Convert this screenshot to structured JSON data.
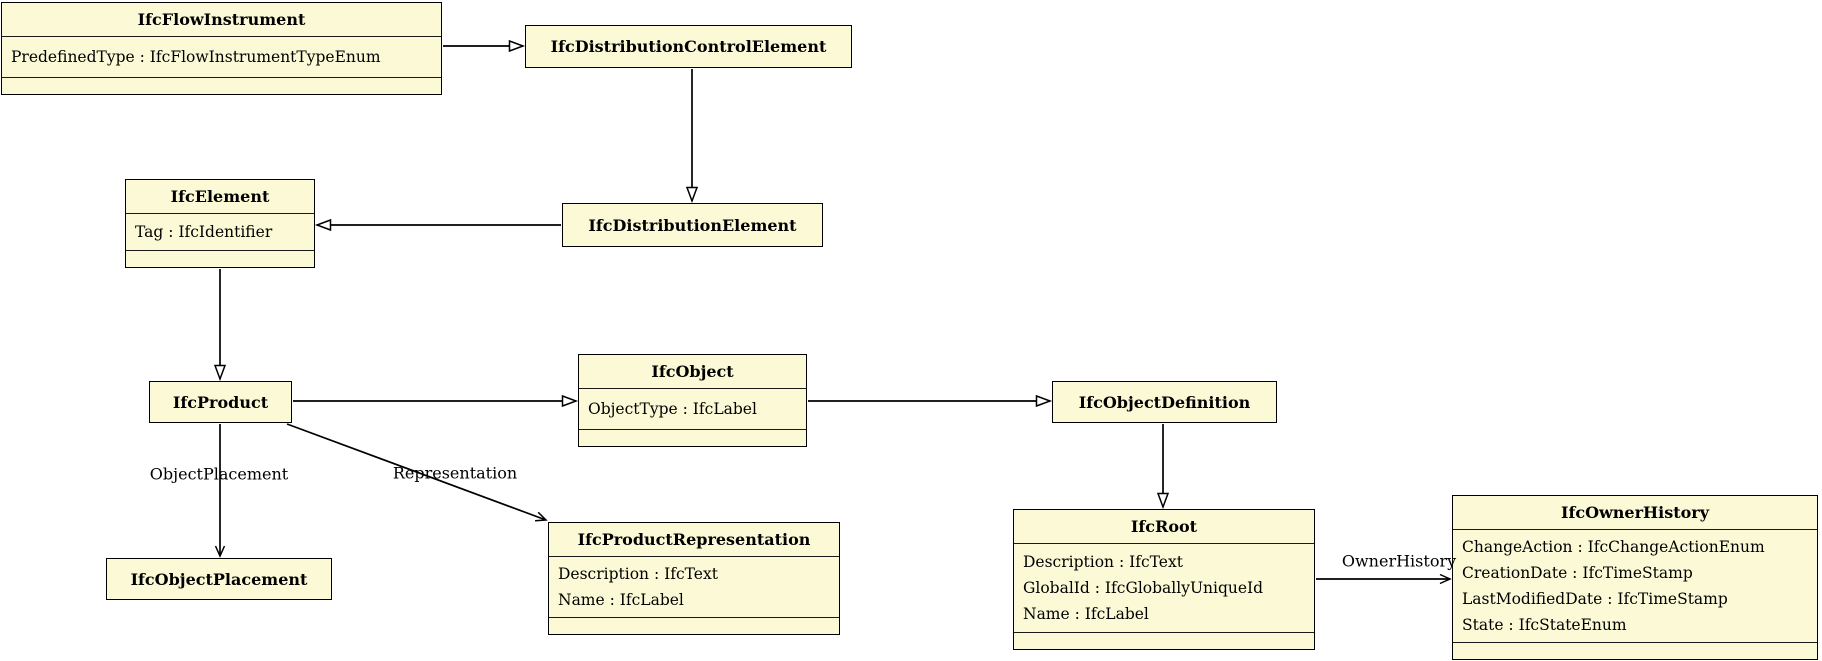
{
  "diagram_type": "uml-class-diagram",
  "colors": {
    "background": "#FFFFFF",
    "node_fill": "#FCFAD6",
    "node_border": "#000000",
    "line": "#000000"
  },
  "nodes": [
    {
      "title": "IfcFlowInstrument",
      "attributes": [
        "PredefinedType : IfcFlowInstrumentTypeEnum"
      ]
    },
    {
      "title": "IfcDistributionControlElement",
      "attributes": []
    },
    {
      "title": "IfcElement",
      "attributes": [
        "Tag : IfcIdentifier"
      ]
    },
    {
      "title": "IfcDistributionElement",
      "attributes": []
    },
    {
      "title": "IfcProduct",
      "attributes": []
    },
    {
      "title": "IfcObject",
      "attributes": [
        "ObjectType : IfcLabel"
      ]
    },
    {
      "title": "IfcObjectDefinition",
      "attributes": []
    },
    {
      "title": "IfcObjectPlacement",
      "attributes": []
    },
    {
      "title": "IfcProductRepresentation",
      "attributes": [
        "Description : IfcText",
        "Name : IfcLabel"
      ]
    },
    {
      "title": "IfcRoot",
      "attributes": [
        "Description : IfcText",
        "GlobalId : IfcGloballyUniqueId",
        "Name : IfcLabel"
      ]
    },
    {
      "title": "IfcOwnerHistory",
      "attributes": [
        "ChangeAction : IfcChangeActionEnum",
        "CreationDate : IfcTimeStamp",
        "LastModifiedDate : IfcTimeStamp",
        "State : IfcStateEnum"
      ]
    }
  ],
  "edges": [
    {
      "from": "IfcFlowInstrument",
      "to": "IfcDistributionControlElement",
      "type": "generalization",
      "label": ""
    },
    {
      "from": "IfcDistributionControlElement",
      "to": "IfcDistributionElement",
      "type": "generalization",
      "label": ""
    },
    {
      "from": "IfcDistributionElement",
      "to": "IfcElement",
      "type": "generalization",
      "label": ""
    },
    {
      "from": "IfcElement",
      "to": "IfcProduct",
      "type": "generalization",
      "label": ""
    },
    {
      "from": "IfcProduct",
      "to": "IfcObject",
      "type": "generalization",
      "label": ""
    },
    {
      "from": "IfcObject",
      "to": "IfcObjectDefinition",
      "type": "generalization",
      "label": ""
    },
    {
      "from": "IfcObjectDefinition",
      "to": "IfcRoot",
      "type": "generalization",
      "label": ""
    },
    {
      "from": "IfcProduct",
      "to": "IfcObjectPlacement",
      "type": "association",
      "label": "ObjectPlacement"
    },
    {
      "from": "IfcProduct",
      "to": "IfcProductRepresentation",
      "type": "association",
      "label": "Representation"
    },
    {
      "from": "IfcRoot",
      "to": "IfcOwnerHistory",
      "type": "association",
      "label": "OwnerHistory"
    }
  ]
}
